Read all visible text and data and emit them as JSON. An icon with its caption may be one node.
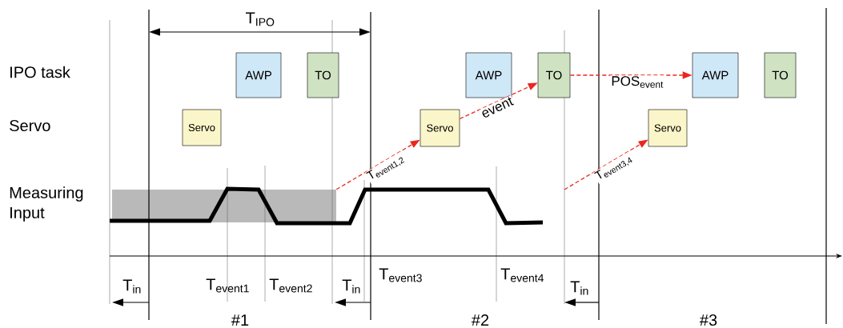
{
  "diagram": {
    "nodes": [
      {
        "text": [
          "Servo"
        ]
      },
      {
        "text": [
          "AWP"
        ]
      },
      {
        "text": [
          "TO"
        ]
      },
      {
        "text": [
          "Servo"
        ]
      },
      {
        "text": [
          "AWP"
        ]
      },
      {
        "text": [
          "TO"
        ]
      },
      {
        "text": [
          "Servo"
        ]
      },
      {
        "text": [
          "AWP"
        ]
      },
      {
        "text": [
          "TO"
        ]
      },
      {
        "text": [],
        "shape": "box"
      }
    ],
    "edges": [
      {
        "from": 9,
        "to": 3,
        "arrow": "to",
        "label": "T$_{event1,2}$",
        "style": "dashed",
        "color": "#e8281e"
      },
      {
        "from": 3,
        "to": 5,
        "arrow": "to",
        "label": "event",
        "style": "dashed",
        "color": "#e8281e"
      },
      {
        "from": 5,
        "to": 7,
        "arrow": "to",
        "label": "POS$_{event}$",
        "style": "dashed",
        "color": "#e8281e"
      },
      {
        "from": null,
        "to": 6,
        "arrow": "to",
        "label": "T$_{event3,4}$",
        "style": "dashed",
        "color": "#e8281e"
      }
    ],
    "labels": [
      "T$_{IPO}$",
      "IPO task",
      "Servo",
      "Measuring Input",
      "T$_{in}$",
      "T$_{event1}$",
      "T$_{event2}$",
      "T$_{in}$",
      "T$_{event3}$",
      "T$_{event4}$",
      "T$_{in}$",
      "#1",
      "#2",
      "#3"
    ]
  }
}
